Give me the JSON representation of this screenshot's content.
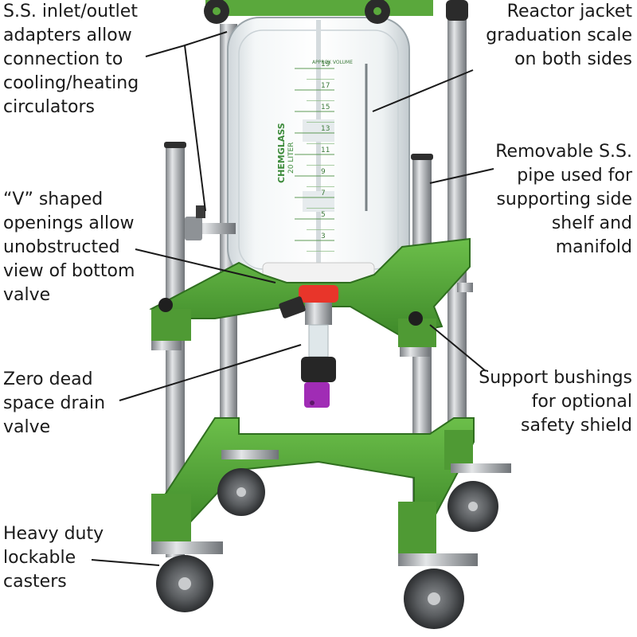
{
  "labels": {
    "adapters": [
      "S.S. inlet/outlet",
      "adapters allow",
      "connection to",
      "cooling/heating",
      "circulators"
    ],
    "v_openings": [
      "“V” shaped",
      "openings allow",
      "unobstructed",
      "view of bottom",
      "valve"
    ],
    "drain_valve": [
      "Zero dead",
      "space drain",
      "valve"
    ],
    "casters": [
      "Heavy duty",
      "lockable",
      "casters"
    ],
    "graduation": [
      "Reactor jacket",
      "graduation scale",
      "on both sides"
    ],
    "pipe": [
      "Removable S.S.",
      "pipe used for",
      "supporting side",
      "shelf and",
      "manifold"
    ],
    "bushings": [
      "Support bushings",
      "for optional",
      "safety shield"
    ]
  },
  "vessel_text": {
    "brand": "CHEMGLASS",
    "volume": "20 LITER",
    "scale_title": "APPROX VOLUME",
    "scale_marks": [
      "19",
      "17",
      "15",
      "13",
      "11",
      "9",
      "7",
      "5",
      "3"
    ]
  },
  "colors": {
    "frame_green": "#5aa83c",
    "frame_green_dark": "#3f8a2a",
    "steel": "#b9bcbf",
    "valve_red": "#e8352a",
    "knob_purple": "#a02cb5",
    "text": "#1a1a1a"
  }
}
